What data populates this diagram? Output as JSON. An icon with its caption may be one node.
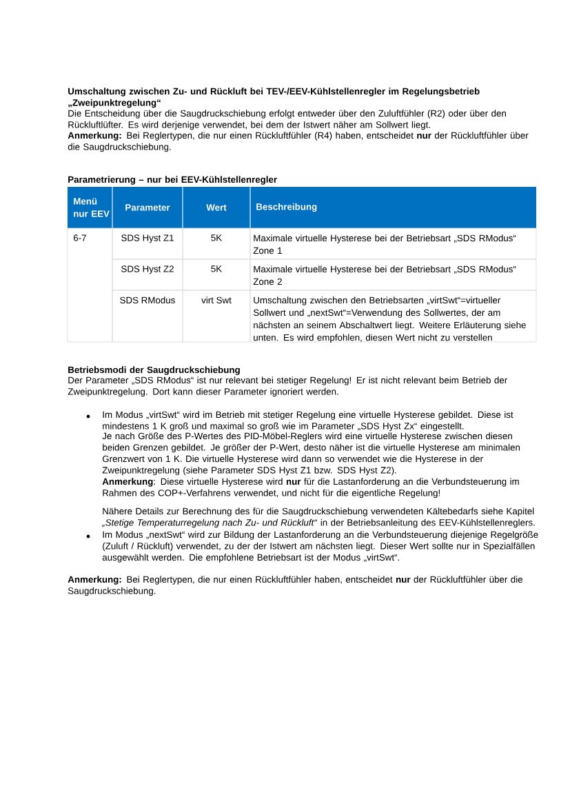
{
  "diagram": {
    "title": "Umschaltung zwischen Zu- und Rückluft bei TEV-/EEV-Kühlstellenregler im Regelungsbetrieb „Zweipunktregelung“",
    "labels": [
      "Die Entscheidung über die Saugdruckschiebung erfolgt entweder über den Zuluftfühler (R2) oder über den Rückluftlüfter. Es wird derjenige verwendet, bei dem der Istwert näher am Sollwert liegt.",
      "**Anmerkung:** Bei Reglertypen, die nur einen Rückluftfühler (R4) haben, entscheidet **nur** der Rückluftfühler über die Saugdruckschiebung.",
      "Parametrierung – nur bei EEV-Kühlstellenregler",
      "Menü nur EEV",
      "Parameter",
      "Wert",
      "Beschreibung",
      "6-7",
      "SDS Hyst Z1",
      "5K",
      "Maximale virtuelle Hysterese bei der Betriebsart „SDS RModus“ Zone 1",
      "SDS Hyst Z2",
      "5K",
      "Maximale virtuelle Hysterese bei der Betriebsart „SDS RModus“ Zone 2",
      "SDS RModus",
      "virt Swt",
      "Umschaltung zwischen den Betriebsarten „virtSwt“=virtueller Sollwert und „nextSwt“=Verwendung des Sollwertes, der am nächsten an seinem Abschaltwert liegt. Weitere Erläuterung siehe unten. Es wird empfohlen, diesen Wert nicht zu verstellen",
      "Betriebsmodi der Saugdruckschiebung",
      "Der Parameter „SDS RModus“ ist nur relevant bei stetiger Regelung! Er ist nicht relevant beim Betrieb der Zweipunktregelung. Dort kann dieser Parameter ignoriert werden.",
      "Im Modus „virtSwt“ wird im Betrieb mit stetiger Regelung eine virtuelle Hysterese gebildet. Diese ist mindestens 1 K groß und maximal so groß wie im Parameter „SDS Hyst Zx“ eingestellt.",
      "Je nach Größe des P-Wertes des PID-Möbel-Reglers wird eine virtuelle Hysterese zwischen diesen beiden Grenzen gebildet. Je größer der P-Wert, desto näher ist die virtuelle Hysterese am minimalen Grenzwert von 1 K. Die virtuelle Hysterese wird dann so verwendet wie die Hysterese in der Zweipunktregelung (siehe Parameter SDS Hyst Z1 bzw. SDS Hyst Z2).",
      "**Anmerkung**: Diese virtuelle Hysterese wird **nur** für die Lastanforderung an die Verbundsteuerung im Rahmen des COP+-Verfahrens verwendet, und nicht für die eigentliche Regelung!",
      "Nähere Details zur Berechnung des für die Saugdruckschiebung verwendeten Kältebedarfs siehe Kapitel *„Stetige Temperaturregelung nach Zu- und Rückluft“* in der Betriebsanleitung des EEV-Kühlstellenreglers.",
      "Im Modus „nextSwt“ wird zur Bildung der Lastanforderung an die Verbundsteuerung diejenige Regelgröße (Zuluft / Rückluft) verwendet, zu der der Istwert am nächsten liegt. Dieser Wert sollte nur in Spezialfällen ausgewählt werden. Die empfohlene Betriebsart ist der Modus „virtSwt“.",
      "**Anmerkung:** Bei Reglertypen, die nur einen Rückluftfühler haben, entscheidet **nur** der Rückluftfühler über die Saugdruckschiebung."
    ]
  }
}
